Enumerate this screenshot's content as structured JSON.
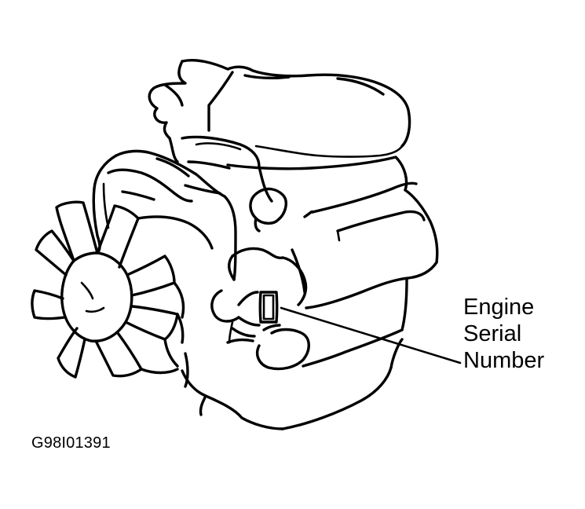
{
  "callout": {
    "line1": "Engine",
    "line2": "Serial",
    "line3": "Number"
  },
  "figure_code": "G98I01391",
  "icons": {
    "engine": "engine-line-drawing",
    "serial_plate": "serial-number-plate",
    "leader": "leader-line"
  },
  "colors": {
    "ink": "#000000",
    "paper": "#ffffff"
  }
}
